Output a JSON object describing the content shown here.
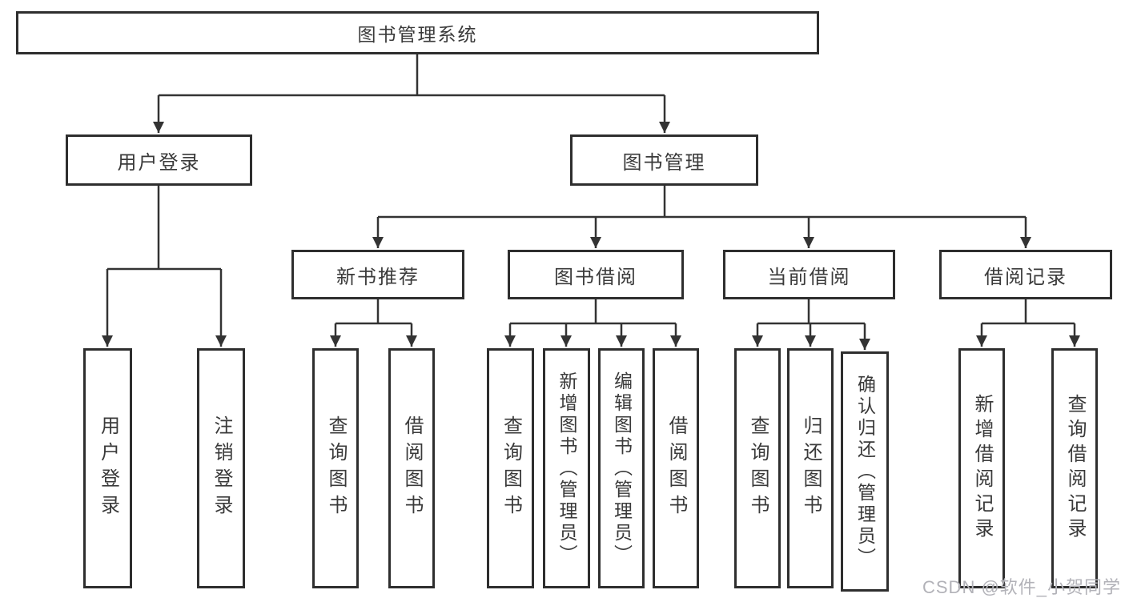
{
  "diagram": {
    "nodes": {
      "root": "图书管理系统",
      "user_login": "用户登录",
      "book_mgmt": "图书管理",
      "new_books": "新书推荐",
      "book_borrow": "图书借阅",
      "current_borrow": "当前借阅",
      "borrow_records": "借阅记录",
      "ul_login": "用户登录",
      "ul_logout": "注销登录",
      "nb_query": "查询图书",
      "nb_borrow": "借阅图书",
      "bb_query": "查询图书",
      "bb_add": "新增图书（管理员）",
      "bb_edit": "编辑图书（管理员）",
      "bb_borrow": "借阅图书",
      "cb_query": "查询图书",
      "cb_return": "归还图书",
      "cb_confirm": "确认归还（管理员）",
      "br_add": "新增借阅记录",
      "br_query": "查询借阅记录"
    },
    "edges": [
      [
        "root",
        "user_login"
      ],
      [
        "root",
        "book_mgmt"
      ],
      [
        "user_login",
        "ul_login"
      ],
      [
        "user_login",
        "ul_logout"
      ],
      [
        "book_mgmt",
        "new_books"
      ],
      [
        "book_mgmt",
        "book_borrow"
      ],
      [
        "book_mgmt",
        "current_borrow"
      ],
      [
        "book_mgmt",
        "borrow_records"
      ],
      [
        "new_books",
        "nb_query"
      ],
      [
        "new_books",
        "nb_borrow"
      ],
      [
        "book_borrow",
        "bb_query"
      ],
      [
        "book_borrow",
        "bb_add"
      ],
      [
        "book_borrow",
        "bb_edit"
      ],
      [
        "book_borrow",
        "bb_borrow"
      ],
      [
        "current_borrow",
        "cb_query"
      ],
      [
        "current_borrow",
        "cb_return"
      ],
      [
        "current_borrow",
        "cb_confirm"
      ],
      [
        "borrow_records",
        "br_add"
      ],
      [
        "borrow_records",
        "br_query"
      ]
    ]
  },
  "watermark": "CSDN @软件_小贺同学",
  "colors": {
    "background": "#ffffff",
    "line": "#333333",
    "box_border": "#2e2e2e",
    "text": "#3a3a3a",
    "watermark": "#b2b2b8"
  }
}
